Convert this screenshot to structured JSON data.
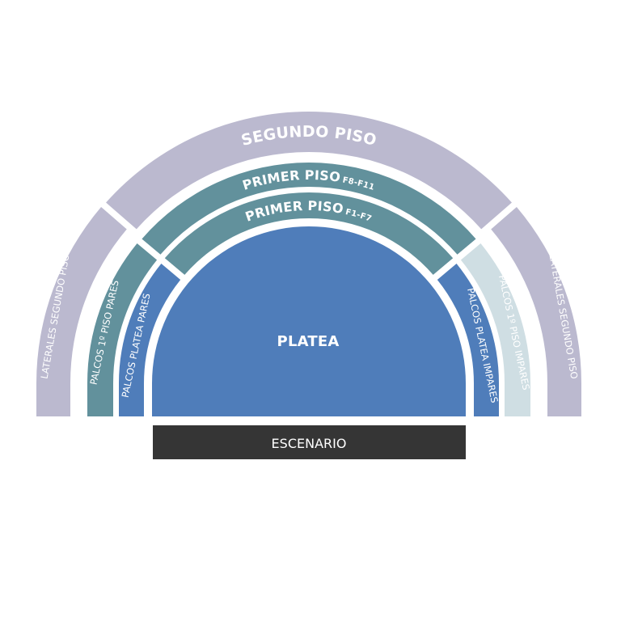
{
  "sections": {
    "segundo_piso": {
      "label": "SEGUNDO PISO",
      "color": "#bbb9cf"
    },
    "primer_piso_f8": {
      "label": "PRIMER PISO",
      "rows": "F8-F11",
      "color": "#62919c"
    },
    "primer_piso_f1": {
      "label": "PRIMER PISO",
      "rows": "F1-F7",
      "color": "#62919c"
    },
    "platea": {
      "label": "PLATEA",
      "color": "#4f7dba"
    },
    "laterales_izq": {
      "label": "LATERALES SEGUNDO PISO",
      "color": "#bbb9cf"
    },
    "laterales_der": {
      "label": "LATERALES SEGUNDO PISO",
      "color": "#bbb9cf"
    },
    "palcos_1_pares": {
      "label": "PALCOS 1º PISO PARES",
      "color": "#62919c"
    },
    "palcos_1_impares": {
      "label": "PALCOS 1º PISO IMPARES",
      "color": "#cfdee3"
    },
    "palcos_platea_pares": {
      "label": "PALCOS PLATEA PARES",
      "color": "#4f7dba"
    },
    "palcos_platea_impares": {
      "label": "PALCOS PLATEA IMPARES",
      "color": "#4f7dba"
    }
  },
  "stage": {
    "label": "ESCENARIO",
    "color": "#353535"
  }
}
